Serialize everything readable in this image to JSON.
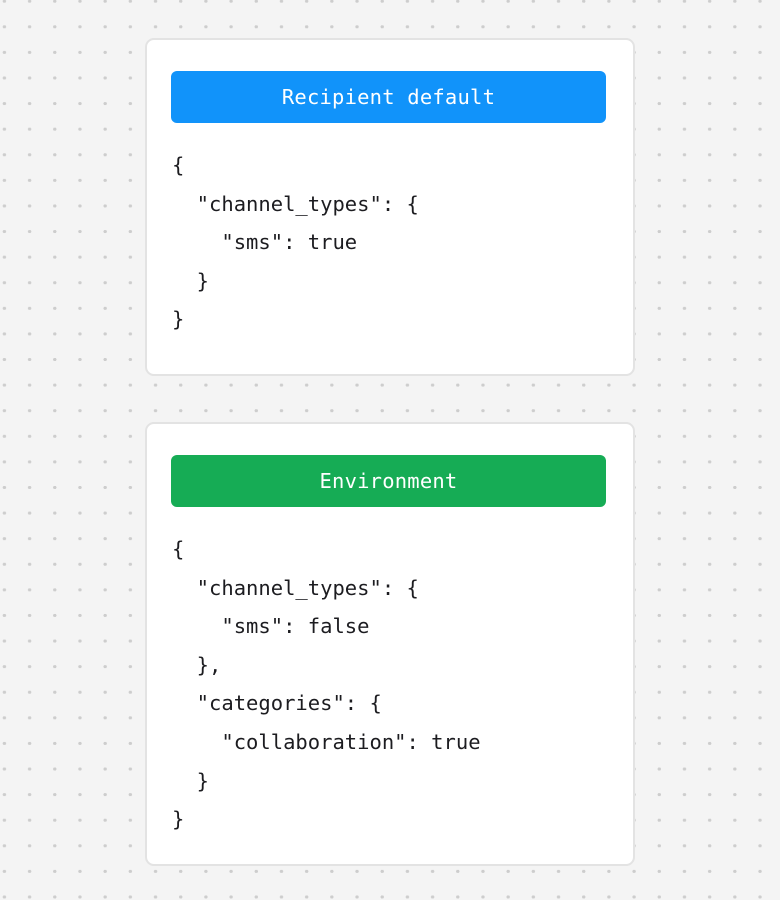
{
  "background": {
    "style": "dot-grid",
    "base_color": "#f4f4f4",
    "dot_color": "#cdcdcd"
  },
  "cards": [
    {
      "id": "recipient-default",
      "header_label": "Recipient default",
      "header_color": "#1193fa",
      "header_text_color": "#ffffff",
      "json_lines": [
        "{",
        "  \"channel_types\": {",
        "    \"sms\": true",
        "  }",
        "}"
      ],
      "payload": {
        "channel_types": {
          "sms": true
        }
      }
    },
    {
      "id": "environment",
      "header_label": "Environment",
      "header_color": "#16ac55",
      "header_text_color": "#ffffff",
      "json_lines": [
        "{",
        "  \"channel_types\": {",
        "    \"sms\": false",
        "  },",
        "  \"categories\": {",
        "    \"collaboration\": true",
        "  }",
        "}"
      ],
      "payload": {
        "channel_types": {
          "sms": false
        },
        "categories": {
          "collaboration": true
        }
      }
    }
  ]
}
